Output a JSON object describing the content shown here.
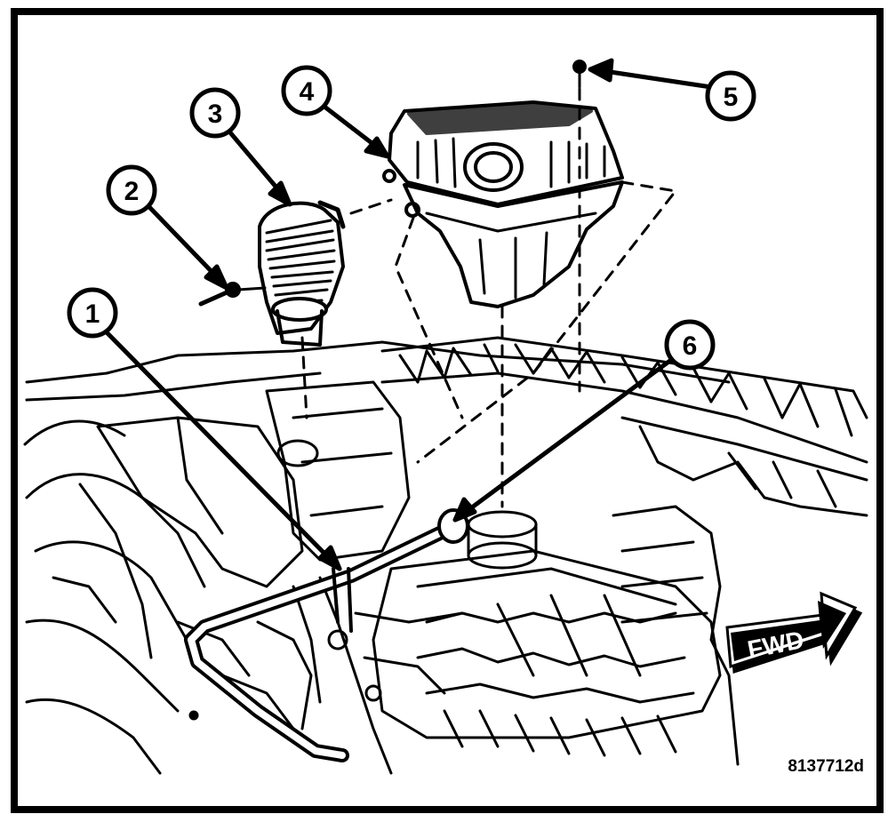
{
  "callouts": [
    {
      "label": "1"
    },
    {
      "label": "2"
    },
    {
      "label": "3"
    },
    {
      "label": "4"
    },
    {
      "label": "5"
    },
    {
      "label": "6"
    }
  ],
  "direction_label": "FWD",
  "figure_id": "8137712d",
  "colors": {
    "ink": "#000000",
    "paper": "#ffffff"
  }
}
